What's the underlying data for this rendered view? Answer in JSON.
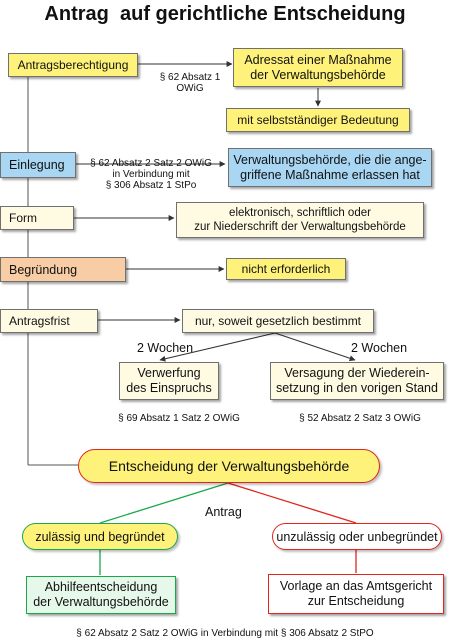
{
  "title": "Antrag  auf gerichtliche Entscheidung",
  "colors": {
    "yellow": "#fff27a",
    "lightyellow": "#fffbe3",
    "blue": "#a9d6f2",
    "orange": "#f8cda6",
    "green_fill": "#e6f8ea",
    "green_line": "#1aa84b",
    "red_line": "#e0261d",
    "pill_fill": "#fff27a"
  },
  "nodes": {
    "antragsberechtigung": "Antragsberechtigung",
    "adressat": "Adressat einer Maßnahme\nder Verwaltungsbehörde",
    "selbststaendig": "mit selbstständiger Bedeutung",
    "einlegung": "Einlegung",
    "verwaltungsbehoerde": "Verwaltungsbehörde, die die ange-\ngriffene Maßnahme erlassen hat",
    "form": "Form",
    "form_detail": "elektronisch, schriftlich oder\nzur Niederschrift der Verwaltungsbehörde",
    "begruendung": "Begründung",
    "nicht_erforderlich": "nicht erforderlich",
    "antragsfrist": "Antragsfrist",
    "gesetzlich": "nur, soweit gesetzlich bestimmt",
    "verwerfung": "Verwerfung\ndes Einspruchs",
    "versagung": "Versagung der Wiederein-\nsetzung in den vorigen Stand",
    "entscheidung": "Entscheidung der Verwaltungsbehörde",
    "zulaessig": "zulässig und begründet",
    "unzulaessig": "unzulässig oder unbegründet",
    "abhilfe": "Abhilfeentscheidung\nder Verwaltungsbehörde",
    "vorlage": "Vorlage an das Amtsgericht\nzur Entscheidung"
  },
  "labels": {
    "par62_1": "§ 62 Absatz 1\nOWiG",
    "par62_2": "§ 62 Absatz 2 Satz 2 OWiG\nin Verbindung mit\n§ 306 Absatz 1 StPo",
    "two_weeks_left": "2 Wochen",
    "two_weeks_right": "2 Wochen",
    "par69": "§ 69 Absatz 1 Satz 2 OWiG",
    "par52": "§ 52 Absatz 2 Satz 3 OWiG",
    "antrag": "Antrag",
    "footer": "§ 62 Absatz 2 Satz 2 OWiG  in Verbindung mit § 306 Absatz 2 StPO"
  }
}
